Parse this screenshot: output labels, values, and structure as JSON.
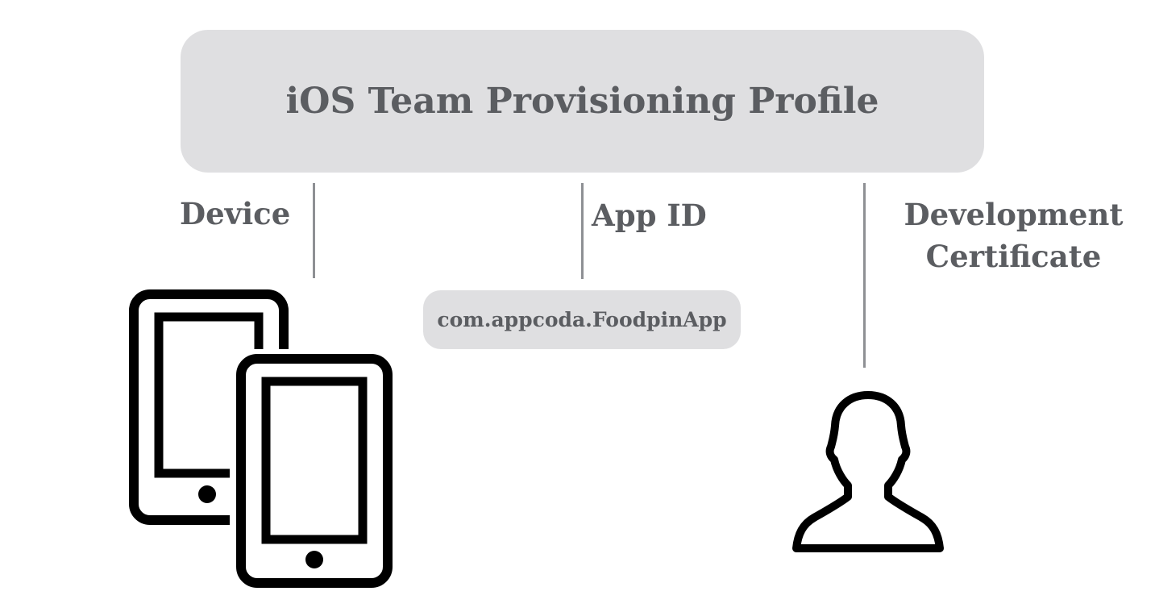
{
  "profile": {
    "title": "iOS Team Provisioning Profile"
  },
  "components": {
    "device": {
      "label": "Device",
      "icon": "devices-icon"
    },
    "app_id": {
      "label": "App ID",
      "value": "com.appcoda.FoodpinApp"
    },
    "certificate": {
      "label_line1": "Development",
      "label_line2": "Certificate",
      "icon": "person-icon"
    }
  },
  "colors": {
    "box_fill": "#dfdfe1",
    "text": "#5b5d61",
    "connector": "#8e9094",
    "icon_stroke": "#000000"
  }
}
